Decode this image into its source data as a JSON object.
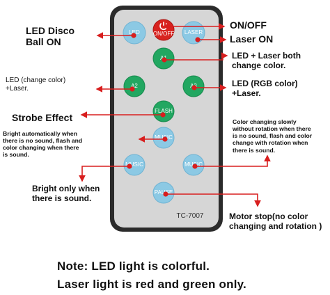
{
  "remote": {
    "model": "TC-7007",
    "colors": {
      "body_outer": "#2b2b2b",
      "body_face": "#d6d6d6",
      "btn_blue": "#8cc9e4",
      "btn_red": "#d8231f",
      "btn_green": "#22a761",
      "arrow_red": "#d81e1e"
    },
    "buttons": {
      "led": "LED",
      "onoff_icon": "power-icon",
      "onoff": "ON/OFF",
      "laser": "LASER",
      "a1": "A1",
      "a2": "A2",
      "a3": "A3",
      "flash": "FLASH",
      "music_center": "MUSIC",
      "music_left": "MUSIC",
      "music_right": "MUSIC",
      "pause": "PAUSE"
    }
  },
  "annotations": {
    "led_disco": [
      "LED Disco",
      "Ball ON"
    ],
    "onoff": "ON/OFF",
    "laser_on": "Laser ON",
    "led_laser_both": [
      "LED + Laser both",
      "change color."
    ],
    "led_change_color": [
      "LED (change color)",
      "+Laser."
    ],
    "led_rgb": [
      "LED (RGB color)",
      "+Laser."
    ],
    "strobe": "Strobe Effect",
    "bright_auto": [
      "Bright automatically when",
      "there is no sound, flash and",
      "color changing when there",
      "is sound."
    ],
    "color_changing_slowly": [
      "Color changing slowly",
      "without rotation when there",
      "is no sound, flash and color",
      "change with rotation when",
      "there is sound."
    ],
    "bright_only": [
      "Bright only when",
      "there is sound."
    ],
    "motor_stop": [
      "Motor stop(no color",
      "changing and rotation )"
    ]
  },
  "note": {
    "line1": "Note: LED light is colorful.",
    "line2": "Laser light is red and green only."
  }
}
